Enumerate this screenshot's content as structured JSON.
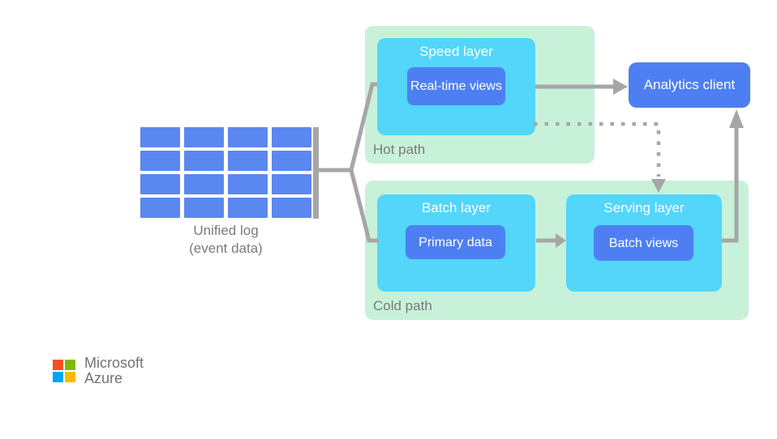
{
  "colors": {
    "container-green": "#c8f1d9",
    "layer-cyan": "#53d6fa",
    "box-blue": "#4e7ff2",
    "grid-blue": "#5b87f0",
    "line-gray": "#a6a6a6",
    "label-gray": "#7a7a7a",
    "ms-red": "#f25022",
    "ms-green": "#7fba00",
    "ms-blue": "#00a4ef",
    "ms-yellow": "#ffb900",
    "ms-text": "#737373"
  },
  "diagram": {
    "unified_log": {
      "line1": "Unified log",
      "line2": "(event data)"
    },
    "hot_path": {
      "label": "Hot path",
      "speed_layer": {
        "title": "Speed layer",
        "views": "Real-time views"
      }
    },
    "cold_path": {
      "label": "Cold path",
      "batch_layer": {
        "title": "Batch layer",
        "data": "Primary data"
      },
      "serving_layer": {
        "title": "Serving layer",
        "views": "Batch views"
      }
    },
    "analytics_client": {
      "label": "Analytics client"
    }
  },
  "footer": {
    "brand_line1": "Microsoft",
    "brand_line2": "Azure"
  }
}
